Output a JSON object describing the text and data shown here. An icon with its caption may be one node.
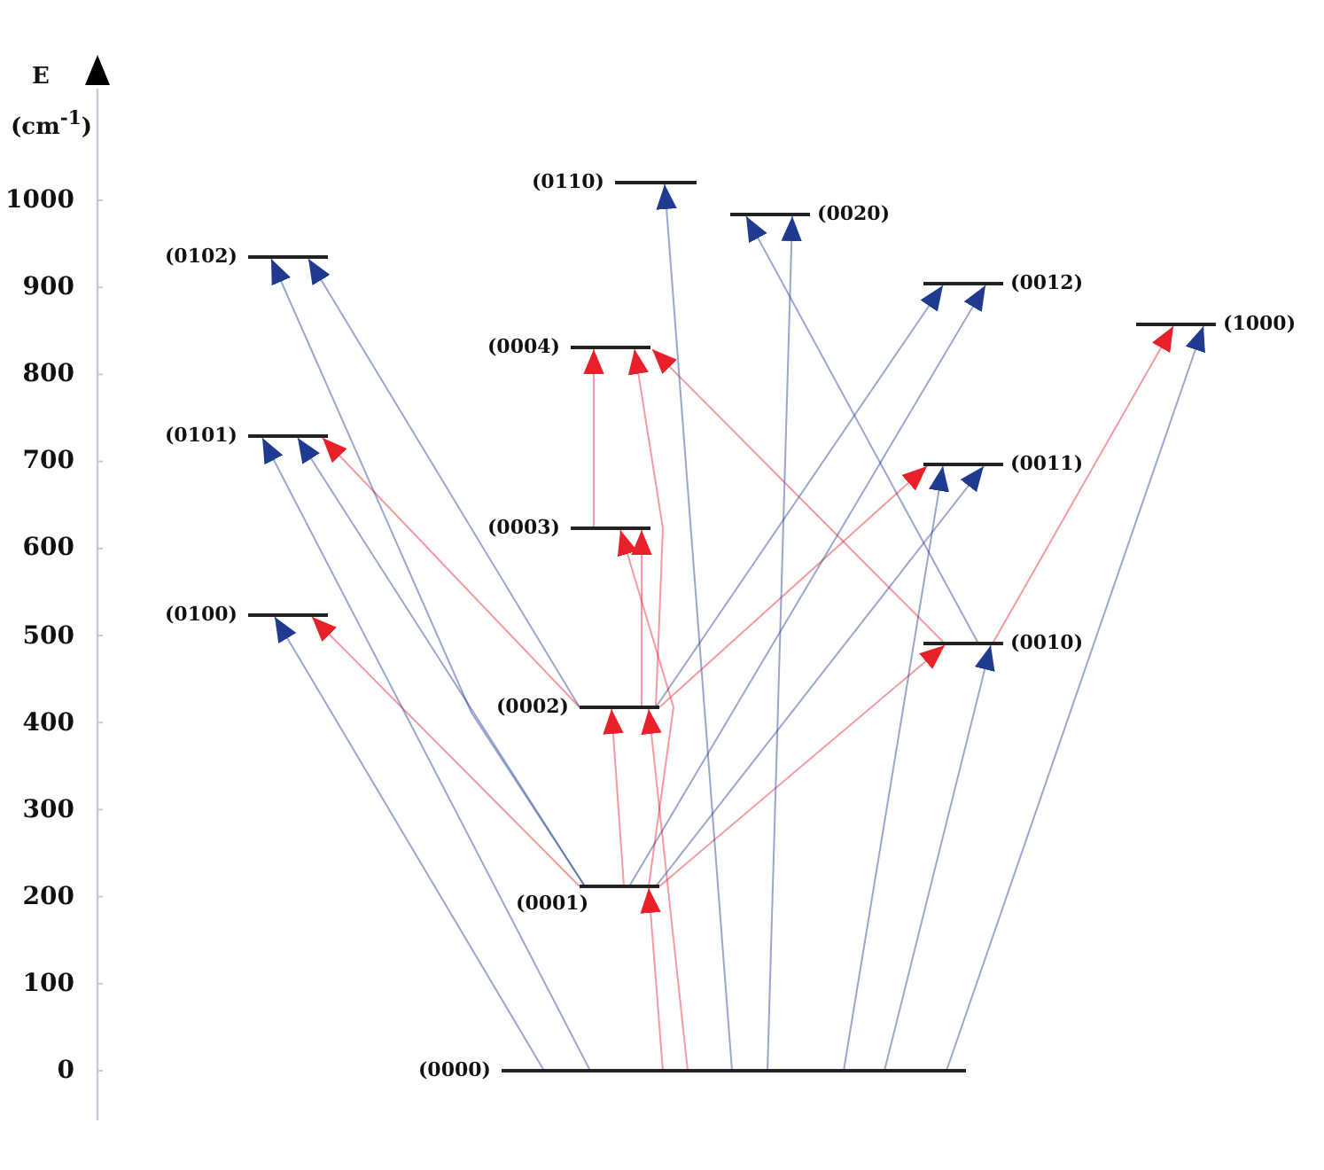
{
  "diagram": {
    "nodes": [
      {
        "text": [
          "(0110)"
        ]
      },
      {
        "text": [
          "(0020)"
        ]
      },
      {
        "text": [
          "(0102)"
        ]
      },
      {
        "text": [
          "(0012)"
        ]
      },
      {
        "text": [
          "(1000)"
        ]
      },
      {
        "text": [
          "(0004)"
        ]
      },
      {
        "text": [
          "(0101)"
        ]
      },
      {
        "text": [
          "(0011)"
        ]
      },
      {
        "text": [
          "(0003)"
        ]
      },
      {
        "text": [
          "(0100)"
        ]
      },
      {
        "text": [
          "(0010)"
        ]
      },
      {
        "text": [
          "(0002)"
        ]
      },
      {
        "text": [
          "(0001)"
        ]
      },
      {
        "text": [
          "(0000)"
        ]
      }
    ],
    "edges": [
      {
        "from": 13,
        "to": 12,
        "arrow": "to",
        "color": "#e8202a"
      },
      {
        "from": 13,
        "to": 11,
        "arrow": "to",
        "color": "#e8202a"
      },
      {
        "from": 12,
        "to": 11,
        "arrow": "to",
        "color": "#e8202a"
      },
      {
        "from": 12,
        "to": 8,
        "arrow": "to",
        "color": "#e8202a"
      },
      {
        "from": 11,
        "to": 8,
        "arrow": "to",
        "color": "#e8202a"
      },
      {
        "from": 11,
        "to": 5,
        "arrow": "to",
        "color": "#e8202a"
      },
      {
        "from": 8,
        "to": 5,
        "arrow": "to",
        "color": "#e8202a"
      },
      {
        "from": 10,
        "to": 5,
        "arrow": "to",
        "color": "#e8202a"
      },
      {
        "from": 12,
        "to": 9,
        "arrow": "to",
        "color": "#e8202a"
      },
      {
        "from": 11,
        "to": 6,
        "arrow": "to",
        "color": "#e8202a"
      },
      {
        "from": 11,
        "to": 7,
        "arrow": "to",
        "color": "#e8202a"
      },
      {
        "from": 12,
        "to": 10,
        "arrow": "to",
        "color": "#e8202a"
      },
      {
        "from": 10,
        "to": 4,
        "arrow": "to",
        "color": "#e8202a"
      },
      {
        "from": 13,
        "to": 9,
        "arrow": "to"
      },
      {
        "from": 13,
        "to": 6,
        "arrow": "to"
      },
      {
        "from": 12,
        "to": 6,
        "arrow": "to"
      },
      {
        "from": 12,
        "to": 2,
        "arrow": "to"
      },
      {
        "from": 11,
        "to": 2,
        "arrow": "to"
      },
      {
        "from": 13,
        "to": 0,
        "arrow": "to"
      },
      {
        "from": 13,
        "to": 1,
        "arrow": "to"
      },
      {
        "from": 10,
        "to": 1,
        "arrow": "to"
      },
      {
        "from": 11,
        "to": 3,
        "arrow": "to"
      },
      {
        "from": 12,
        "to": 3,
        "arrow": "to"
      },
      {
        "from": 13,
        "to": 7,
        "arrow": "to"
      },
      {
        "from": 12,
        "to": 7,
        "arrow": "to"
      },
      {
        "from": 13,
        "to": 10,
        "arrow": "to"
      },
      {
        "from": 13,
        "to": 4,
        "arrow": "to"
      }
    ],
    "labels": [
      "E",
      "(cm$^{-1}$)",
      "1000",
      "900",
      "800",
      "700",
      "600",
      "500",
      "400",
      "300",
      "200",
      "100",
      "0"
    ]
  }
}
